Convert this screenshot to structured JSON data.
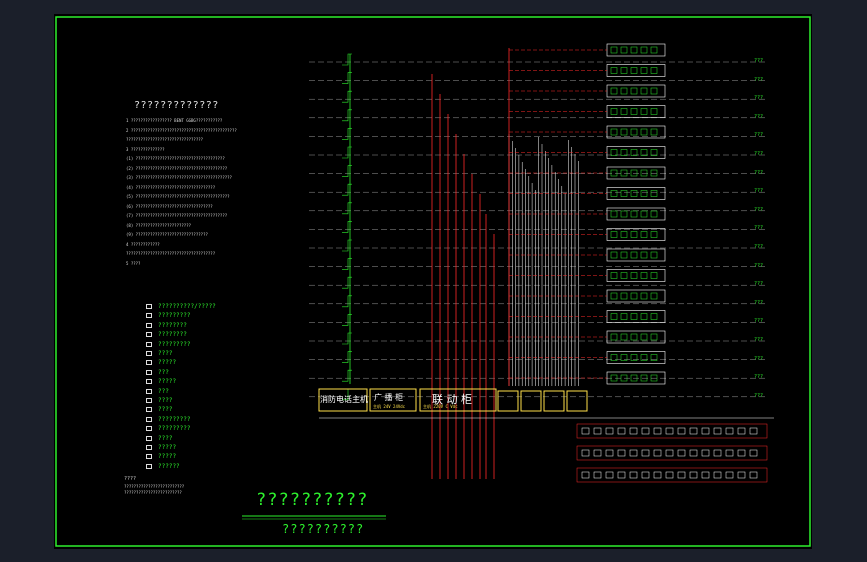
{
  "drawing": {
    "notes_title": "?????????????",
    "notes": [
      "1    ????????????????? BENT  GGBG???????????",
      "2    ????????????????????????????????????????????",
      "      ????????????????????????????????",
      "3    ??????????????",
      "      (1) ?????????????????????????????????????",
      "      (2) ??????????????????????????????????????",
      "      (3) ????????????????????????????????????????",
      "      (4) ?????????????????????????????????",
      "      (5) ???????????????????????????????????????",
      "      (6) ????????????????????????????????",
      "      (7) ??????????????????????????????????????",
      "      (8) ???????????????????????",
      "      (9) ??????????????????????????????",
      "4    ????????????",
      "      ?????????????????????????????????????",
      "5    ????"
    ],
    "legend": [
      "??????????/?????",
      "?????????",
      "????????",
      "????????",
      "?????????",
      "????",
      "?????",
      "???",
      "?????",
      "???",
      "????",
      "????",
      "?????????",
      "?????????",
      "????",
      "?????",
      "?????",
      "??????"
    ],
    "footnote_1": "????",
    "footnote_2": "?????????????????????????",
    "footnote_3": "????????????????????????",
    "title": "??????????",
    "subtitle": "??????????",
    "panels": {
      "fire_host": "消防电话主机",
      "broadcast": "广  播  柜",
      "broadcast_sub": "主机   24V   24Vdc",
      "linkage": "联  动  柜",
      "linkage_sub": "主机   220V C  Vdc"
    },
    "floor_labels": [
      "???",
      "???",
      "???",
      "???",
      "???",
      "???",
      "???",
      "???",
      "???",
      "???",
      "???",
      "???",
      "???",
      "???",
      "???",
      "???",
      "???",
      "???",
      "???"
    ],
    "colors": {
      "border": "#2df02d",
      "lines": "#ff2a2a",
      "cad_white": "#ffffff",
      "accent": "#ffe14a"
    }
  }
}
